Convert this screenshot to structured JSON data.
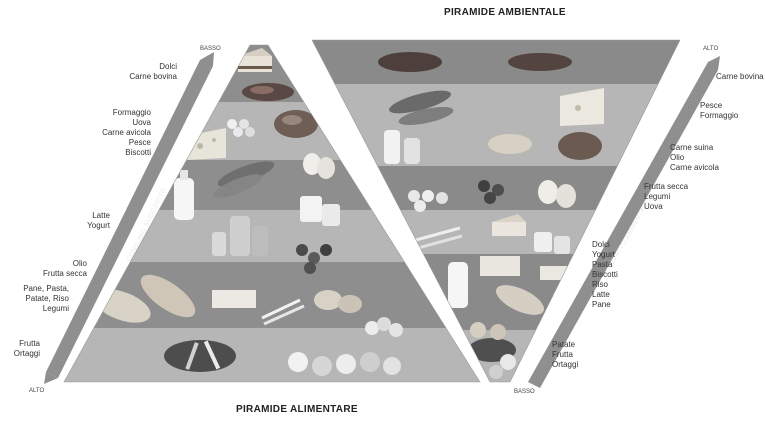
{
  "titles": {
    "environmental": "PIRAMIDE AMBIENTALE",
    "food": "PIRAMIDE ALIMENTARE"
  },
  "food_axis": {
    "label": "CONSUMO SUGGERITO",
    "top": "BASSO",
    "bottom": "ALTO"
  },
  "env_axis": {
    "label": "IMPATTO AMBIENTALE",
    "top": "ALTO",
    "bottom": "BASSO"
  },
  "food_pyramid_levels": [
    "Dolci\nCarne bovina",
    "Formaggio\nUova\nCarne avicola\nPesce\nBiscotti",
    "Latte\nYogurt",
    "Olio\nFrutta secca",
    "Pane, Pasta,\nPatate, Riso\nLegumi",
    "Frutta\nOrtaggi"
  ],
  "env_pyramid_levels": [
    "Carne bovina",
    "Pesce\nFormaggio",
    "Carne suina\nOlio\nCarne avicola",
    "Frutta secca\nLegumi\nUova",
    "Dolci\nYogurt\nPasta\nBiscotti\nRiso\nLatte\nPane",
    "Patate\nFrutta\nOrtaggi"
  ],
  "colors": {
    "band_dark": "#8a8a8a",
    "band_light": "#b9b9b9",
    "axis": "#8c8c8c"
  },
  "food_illustrations": [
    "cake-icon",
    "steak-icon",
    "cheese-icon",
    "egg-icon",
    "chicken-icon",
    "fish-icon",
    "milk-bottle-icon",
    "yogurt-icon",
    "oil-bottle-icon",
    "nuts-icon",
    "bread-icon",
    "pasta-icon",
    "potato-icon",
    "legumes-icon",
    "vegetables-icon",
    "fruit-icon"
  ],
  "env_illustrations": [
    "steak-icon",
    "fish-icon",
    "cheese-icon",
    "chicken-icon",
    "legumes-icon",
    "egg-icon",
    "cake-icon",
    "pasta-icon",
    "milk-bottle-icon",
    "bread-icon",
    "vegetables-icon",
    "fruit-icon"
  ]
}
